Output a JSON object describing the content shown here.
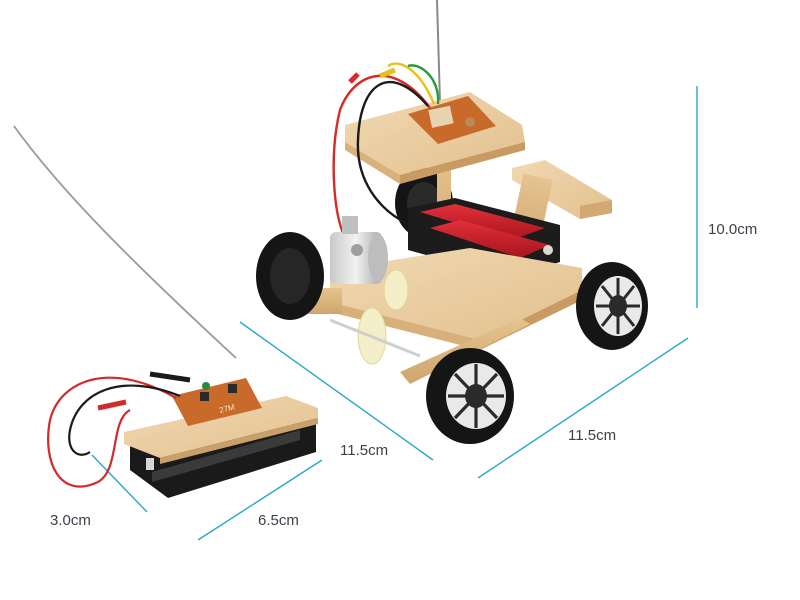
{
  "dimensions": {
    "car_height": "10.0cm",
    "car_width": "11.5cm",
    "car_length": "11.5cm",
    "remote_length": "6.5cm",
    "remote_width": "3.0cm"
  },
  "remote": {
    "board_label": "27M"
  },
  "colors": {
    "dimension_line": "#2aa7c9",
    "wood": "#e8c99a",
    "battery": "#c9202a",
    "tire": "#141414",
    "pcb": "#c96a2a"
  }
}
